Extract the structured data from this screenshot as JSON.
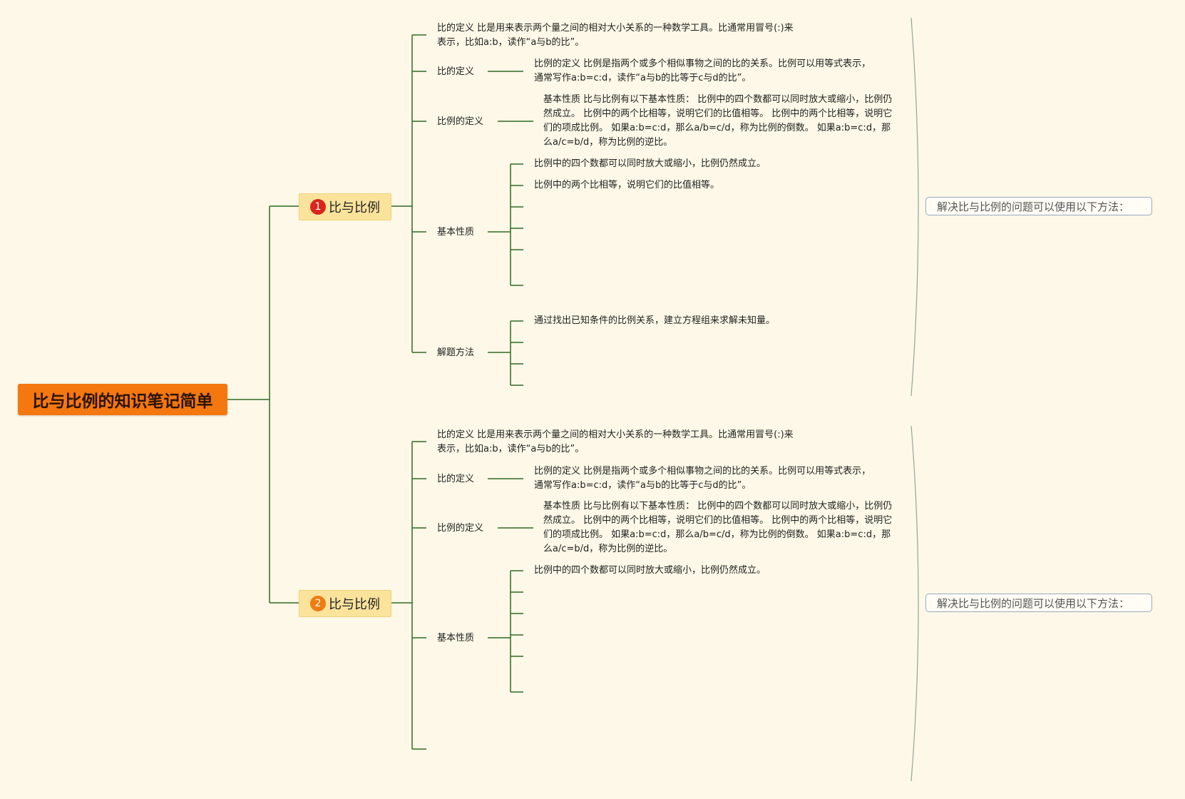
{
  "root": {
    "title": "比与比例的知识笔记简单"
  },
  "branches": [
    {
      "badge": "1",
      "title": "比与比例",
      "summary": "解决比与比例的问题可以使用以下方法：",
      "items": {
        "intro": "比的定义 比是用来表示两个量之间的相对大小关系的一种数学工具。比通常用冒号(:)来表示，比如a:b，读作“a与b的比”。",
        "def_label": "比的定义",
        "def_text": "比例的定义 比例是指两个或多个相似事物之间的比的关系。比例可以用等式表示，通常写作a:b=c:d，读作“a与b的比等于c与d的比”。",
        "prop_def_label": "比例的定义",
        "prop_def_text": "基本性质 比与比例有以下基本性质： 比例中的四个数都可以同时放大或缩小，比例仍然成立。 比例中的两个比相等，说明它们的比值相等。 比例中的两个比相等，说明它们的项成比例。 如果a:b=c:d，那么a/b=c/d，称为比例的倒数。 如果a:b=c:d，那么a/c=b/d，称为比例的逆比。",
        "basic_label": "基本性质",
        "basic_children": [
          "比例中的四个数都可以同时放大或缩小，比例仍然成立。",
          "比例中的两个比相等，说明它们的比值相等。"
        ],
        "method_label": "解题方法",
        "method_children": [
          "通过找出已知条件的比例关系，建立方程组来求解未知量。"
        ]
      }
    },
    {
      "badge": "2",
      "title": "比与比例",
      "summary": "解决比与比例的问题可以使用以下方法：",
      "items": {
        "intro": "比的定义 比是用来表示两个量之间的相对大小关系的一种数学工具。比通常用冒号(:)来表示，比如a:b，读作“a与b的比”。",
        "def_label": "比的定义",
        "def_text": "比例的定义 比例是指两个或多个相似事物之间的比的关系。比例可以用等式表示，通常写作a:b=c:d，读作“a与b的比等于c与d的比”。",
        "prop_def_label": "比例的定义",
        "prop_def_text": "基本性质 比与比例有以下基本性质： 比例中的四个数都可以同时放大或缩小，比例仍然成立。 比例中的两个比相等，说明它们的比值相等。 比例中的两个比相等，说明它们的项成比例。 如果a:b=c:d，那么a/b=c/d，称为比例的倒数。 如果a:b=c:d，那么a/c=b/d，称为比例的逆比。",
        "basic_label": "基本性质",
        "basic_children": [
          "比例中的四个数都可以同时放大或缩小，比例仍然成立。"
        ]
      }
    }
  ],
  "colors": {
    "root": "#f4770f",
    "main": "#fbe39c",
    "line": "#1f5e1a",
    "bracket": "#8fa79a"
  }
}
